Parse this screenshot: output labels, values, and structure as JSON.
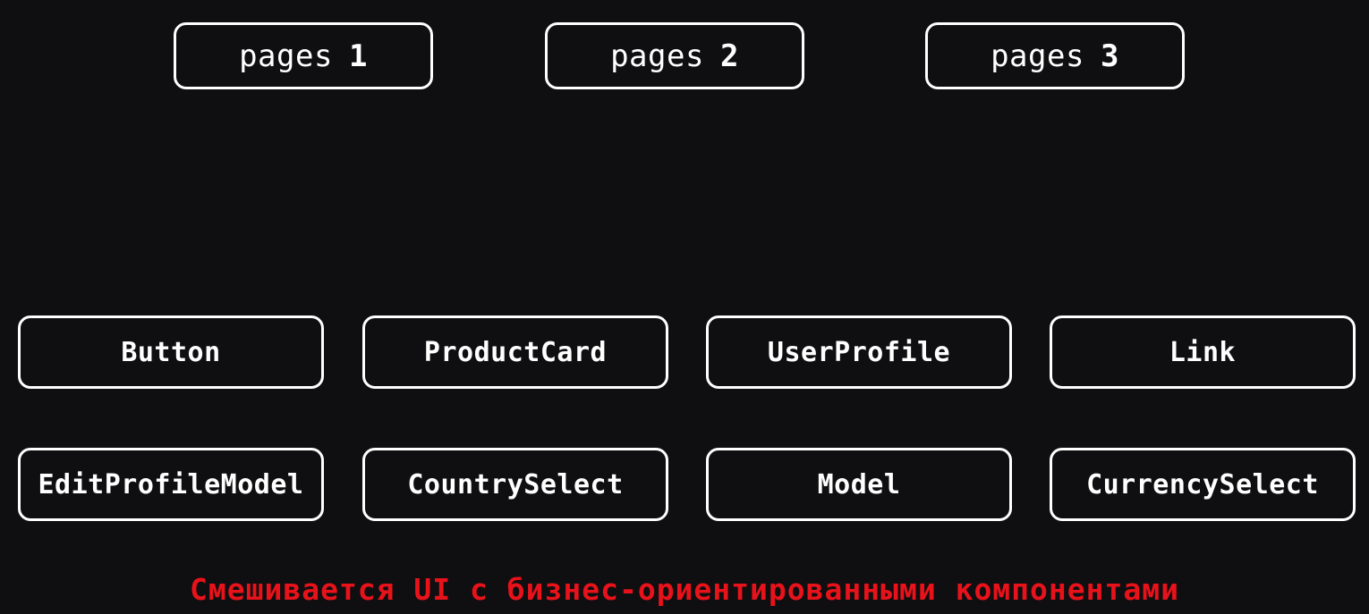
{
  "pages": [
    {
      "label": "pages",
      "number": "1"
    },
    {
      "label": "pages",
      "number": "2"
    },
    {
      "label": "pages",
      "number": "3"
    }
  ],
  "components": [
    "Button",
    "ProductCard",
    "UserProfile",
    "Link",
    "EditProfileModel",
    "CountrySelect",
    "Model",
    "CurrencySelect"
  ],
  "caption": "Смешивается UI с бизнес-ориентированными компонентами",
  "colors": {
    "background": "#0f0e10",
    "border": "#ffffff",
    "text": "#ffffff",
    "caption": "#e8121a"
  }
}
